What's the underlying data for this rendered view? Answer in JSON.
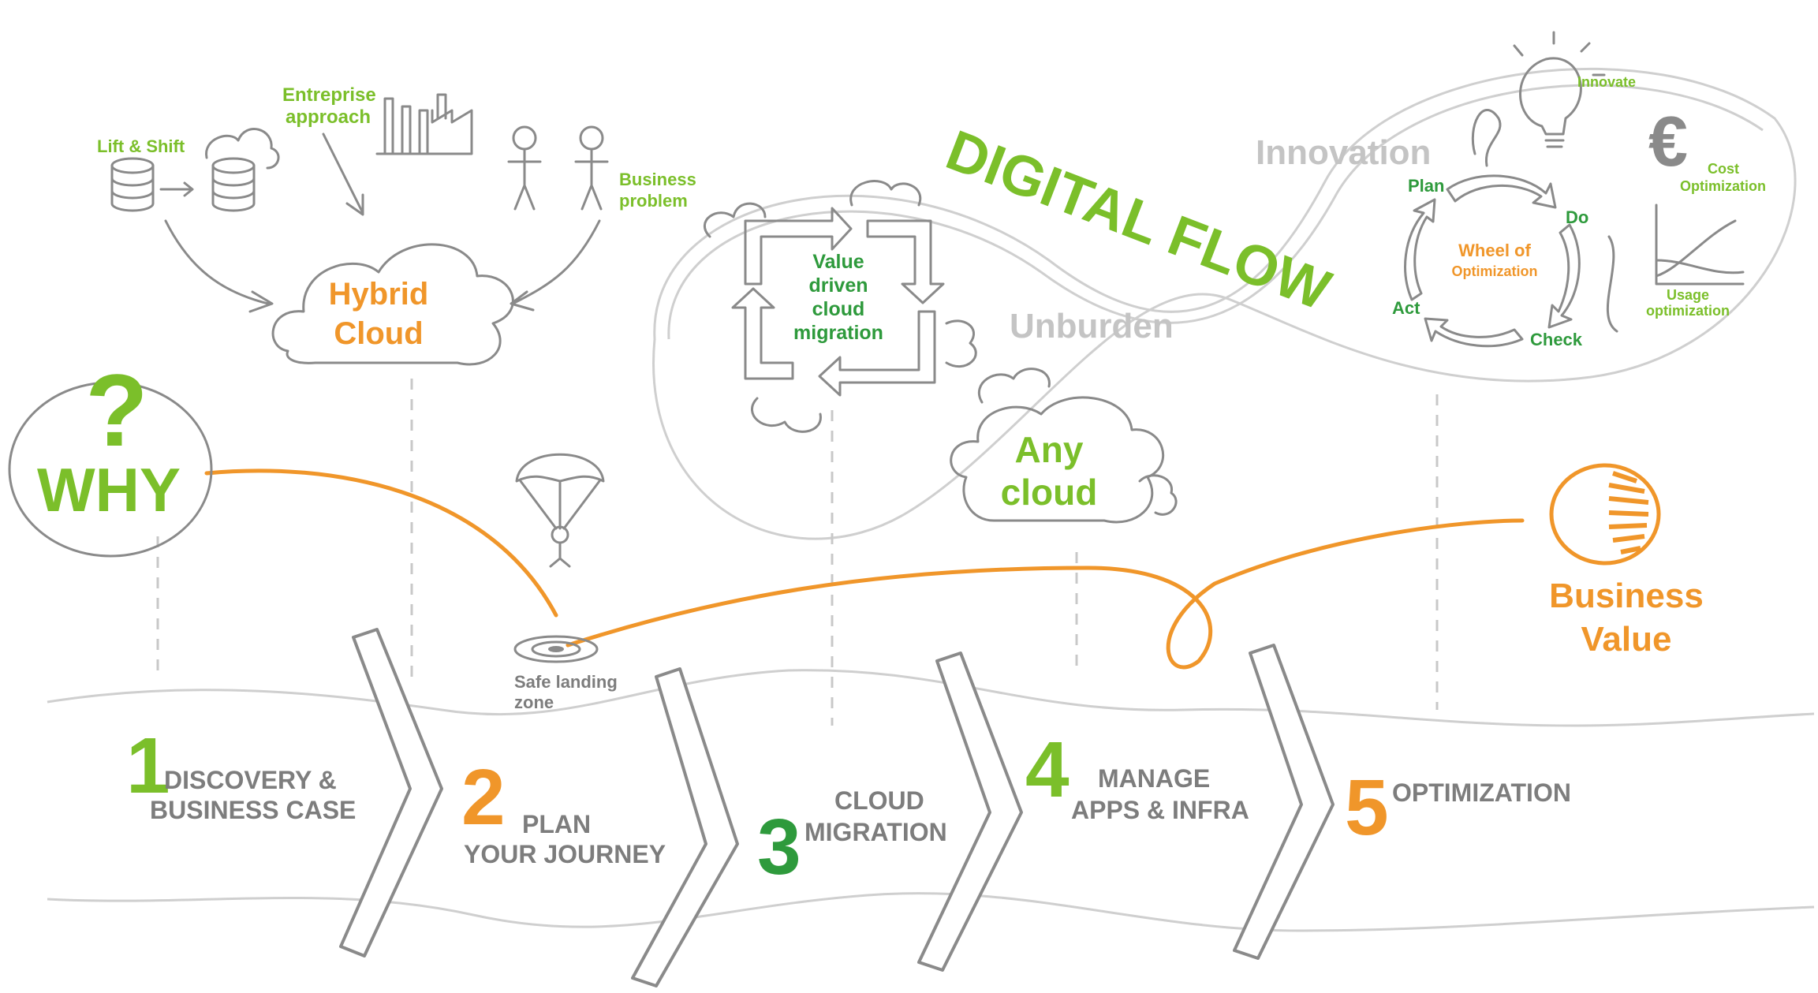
{
  "colors": {
    "green": "#7bbf2a",
    "dark_green": "#2e9a3c",
    "orange": "#f0962a",
    "gray": "#7d7d7d",
    "light_gray": "#c4c4c4"
  },
  "why": {
    "mark": "?",
    "label": "WHY"
  },
  "hybrid": {
    "lift_shift": "Lift & Shift",
    "enterprise_1": "Entreprise",
    "enterprise_2": "approach",
    "business_problem_1": "Business",
    "business_problem_2": "problem",
    "cloud_1": "Hybrid",
    "cloud_2": "Cloud"
  },
  "safe_landing": {
    "line1": "Safe landing",
    "line2": "zone"
  },
  "value_driven": {
    "line1": "Value",
    "line2": "driven",
    "line3": "cloud",
    "line4": "migration"
  },
  "digital_flow": "DIGITAL FLOW",
  "unburden": "Unburden",
  "any_cloud": {
    "line1": "Any",
    "line2": "cloud"
  },
  "innovation": {
    "title": "Innovation",
    "innovate": "Innovate",
    "cost_1": "Cost",
    "cost_2": "Optimization",
    "plan": "Plan",
    "do": "Do",
    "act": "Act",
    "check": "Check",
    "wheel_1": "Wheel of",
    "wheel_2": "Optimization",
    "usage_1": "Usage",
    "usage_2": "optimization"
  },
  "business_value": {
    "line1": "Business",
    "line2": "Value"
  },
  "steps": [
    {
      "number": "1",
      "line1": "DISCOVERY &",
      "line2": "BUSINESS CASE"
    },
    {
      "number": "2",
      "line1": "PLAN",
      "line2": "YOUR JOURNEY"
    },
    {
      "number": "3",
      "line1": "CLOUD",
      "line2": "MIGRATION"
    },
    {
      "number": "4",
      "line1": "MANAGE",
      "line2": "APPS & INFRA"
    },
    {
      "number": "5",
      "line1": "OPTIMIZATION"
    }
  ]
}
